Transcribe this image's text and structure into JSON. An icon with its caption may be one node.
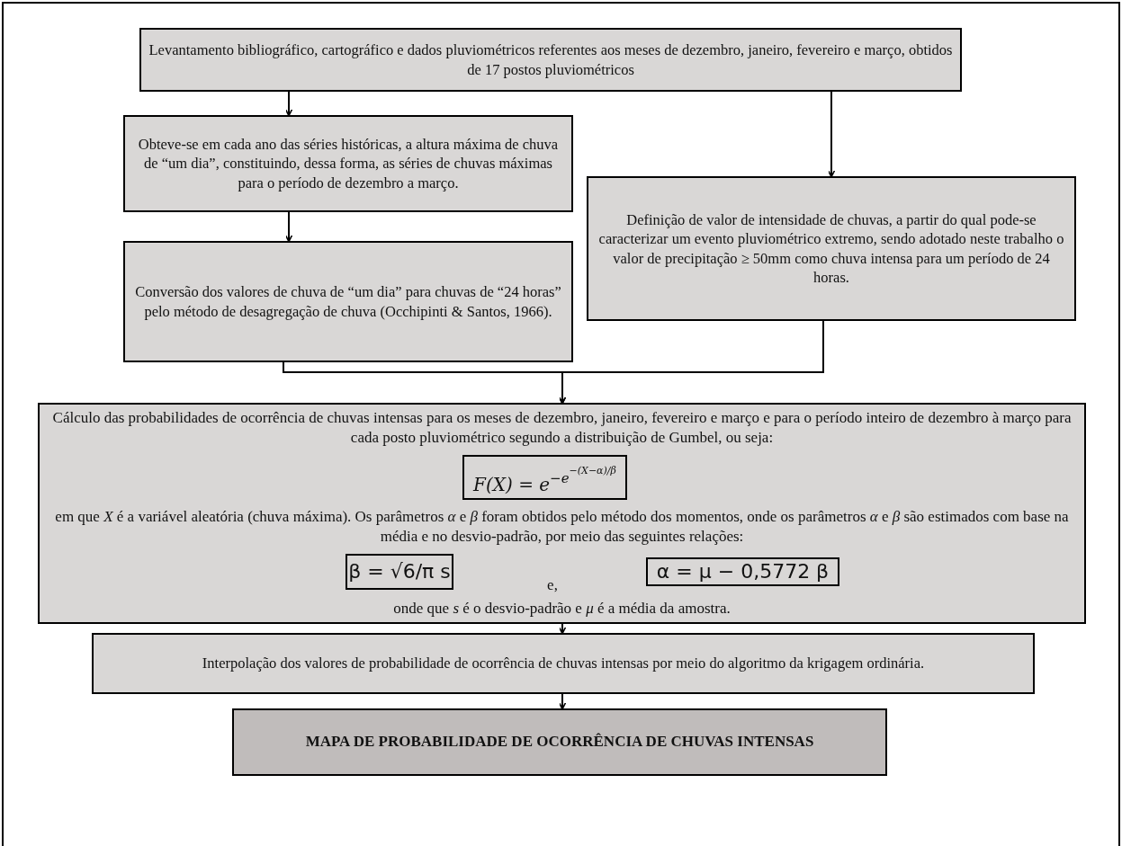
{
  "diagram": {
    "nodes": [
      {
        "text": [
          "Levantamento bibliográfico, cartográfico e dados pluviométricos referentes aos meses de dezembro, janeiro, fevereiro e março, obtidos de 17 postos pluviométricos"
        ]
      },
      {
        "text": [
          "Obteve-se em cada ano das séries históricas, a altura máxima de chuva de “um dia”, constituindo, dessa forma, as séries de chuvas máximas para o período de dezembro a março."
        ]
      },
      {
        "text": [
          "Definição de valor de intensidade de chuvas, a partir do qual pode-se caracterizar um evento pluviométrico extremo,  sendo adotado neste trabalho o valor de precipitação ≥ 50mm como chuva intensa para um período de 24 horas."
        ]
      },
      {
        "text": [
          "Conversão dos valores de chuva de “um dia” para chuvas de “24 horas” pelo método de desagregação de chuva (Occhipinti & Santos, 1966)."
        ]
      },
      {
        "text": [
          "Cálculo das probabilidades de ocorrência de chuvas intensas para os meses de dezembro, janeiro, fevereiro e março e para o período inteiro de dezembro à março para cada posto pluviométrico segundo a distribuição de Gumbel, ou seja:",
          "em que *X* é a variável aleatória (chuva máxima). Os parâmetros *α* e *β* foram obtidos  pelo método dos momentos, onde os parâmetros *α* e *β* são estimados com base na média e no desvio-padrão, por meio das seguintes relações:",
          "e,",
          "onde que *s* é o desvio-padrão e *μ* é a média da amostra."
        ]
      },
      {
        "text": [
          "F(X) = e",
          "−e",
          "−(X−α)/β"
        ],
        "in": 4
      },
      {
        "text": [
          "β = √6/π s"
        ],
        "in": 4
      },
      {
        "text": [
          "α = μ − 0,5772 β"
        ],
        "in": 4
      },
      {
        "text": [
          "Interpolação dos valores de probabilidade de ocorrência de chuvas intensas por meio do algoritmo da krigagem ordinária."
        ]
      },
      {
        "text": [
          "MAPA DE PROBABILIDADE DE OCORRÊNCIA DE CHUVAS INTENSAS"
        ]
      }
    ],
    "edges": [
      {
        "from": 0,
        "to": 1,
        "arrow": "to"
      },
      {
        "from": 0,
        "to": 2,
        "arrow": "to"
      },
      {
        "from": 1,
        "to": 3,
        "arrow": "to"
      },
      {
        "from": 3,
        "to": 4,
        "arrow": "to"
      },
      {
        "from": 2,
        "to": 4,
        "arrow": "to"
      },
      {
        "from": 4,
        "to": 8,
        "arrow": "to"
      },
      {
        "from": 8,
        "to": 9,
        "arrow": "to"
      }
    ]
  }
}
